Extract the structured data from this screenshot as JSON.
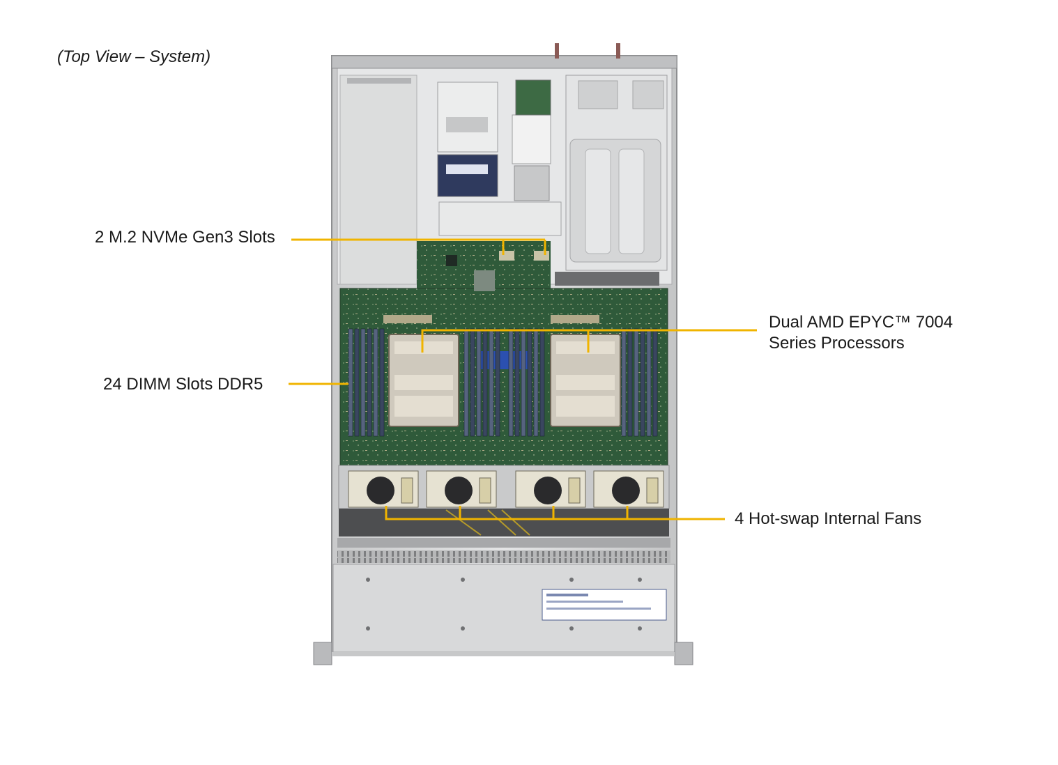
{
  "caption": "(Top View – System)",
  "callouts": {
    "m2": "2 M.2 NVMe Gen3  Slots",
    "dimm": "24 DIMM  Slots DDR5",
    "cpu_line1": "Dual AMD EPYC™ 7004",
    "cpu_line2": "Series Processors",
    "fans": "4 Hot-swap Internal  Fans"
  },
  "colors": {
    "callout_line": "#f0b400",
    "chassis": "#d9dadb",
    "board": "#2f5a3a",
    "heatsink": "#cfc9bd"
  },
  "counts": {
    "dimm_slots": 24,
    "fans": 4,
    "m2_slots": 2,
    "processors": 2
  }
}
